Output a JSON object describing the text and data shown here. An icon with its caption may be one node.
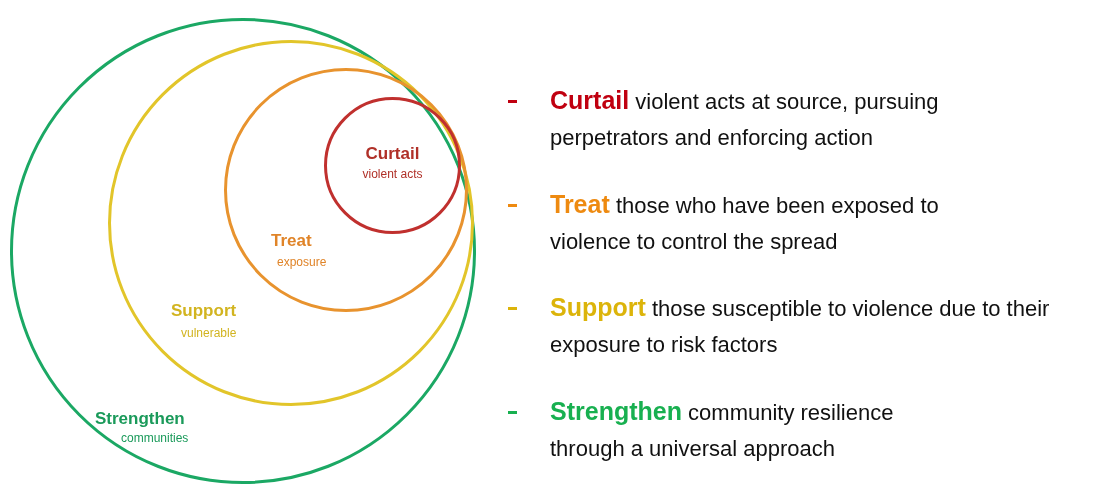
{
  "diagram": {
    "nodes": [
      {
        "text": [
          "Strengthen",
          "communities"
        ]
      },
      {
        "text": [
          "Support",
          "vulnerable"
        ],
        "in": 0
      },
      {
        "text": [
          "Treat",
          "exposure"
        ],
        "in": 1
      },
      {
        "text": [
          "Curtail",
          "violent acts"
        ],
        "in": 2
      }
    ],
    "labels": [
      "**Curtail** violent acts at source, pursuing perpetrators and enforcing action",
      "**Treat** those who have been exposed to violence to control the spread",
      "**Support** those susceptible to violence due to their exposure to risk factors",
      "**Strengthen** community resilience through a universal approach"
    ]
  }
}
